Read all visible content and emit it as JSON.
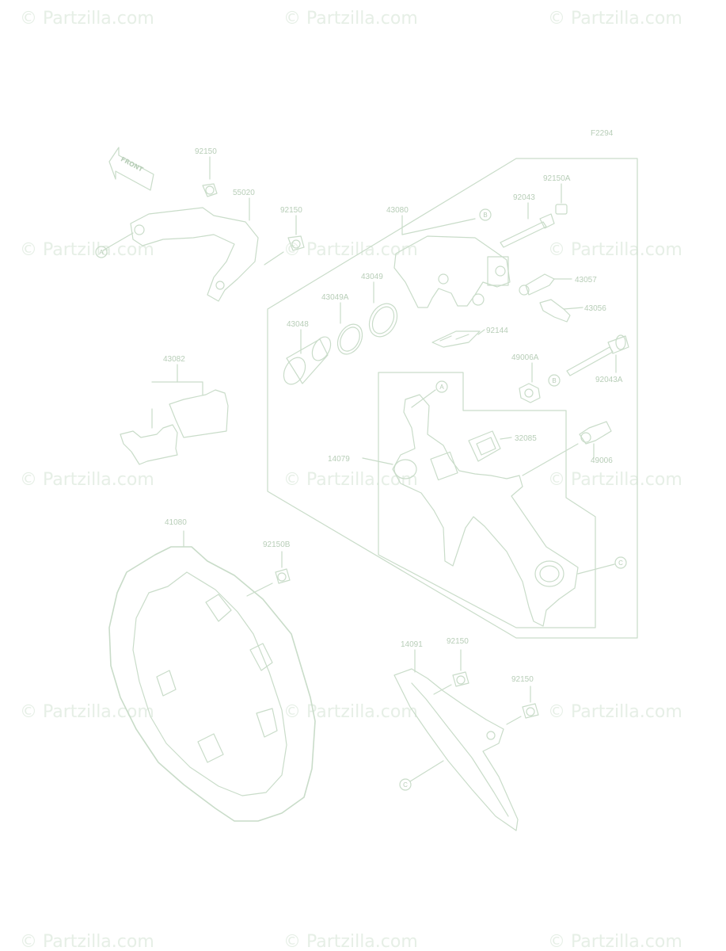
{
  "watermark": {
    "text": "© Partzilla.com",
    "rows": [
      [
        "© Partzilla.com",
        "© Partzilla.com",
        "© Partzilla.com"
      ],
      [
        "© Partzilla.com",
        "© Partzilla.com",
        "© Partzilla.com"
      ],
      [
        "© Partzilla.com",
        "© Partzilla.com",
        "© Partzilla.com"
      ],
      [
        "© Partzilla.com",
        "© Partzilla.com",
        "© Partzilla.com"
      ],
      [
        "© Partzilla.com",
        "© Partzilla.com",
        "© Partzilla.com"
      ]
    ]
  },
  "figure_code": "F2294",
  "front_indicator": "FRONT",
  "callouts": {
    "a1": "A",
    "a2": "A",
    "b1": "B",
    "b2": "B",
    "c1": "C",
    "c2": "C"
  },
  "part_numbers": {
    "p92150_top": "92150",
    "p55020": "55020",
    "p92150_mid": "92150",
    "p43080": "43080",
    "p92150A": "92150A",
    "p92043": "92043",
    "p43049": "43049",
    "p43057": "43057",
    "p43049A": "43049A",
    "p43056": "43056",
    "p43048": "43048",
    "p92144": "92144",
    "p43082": "43082",
    "p49006A": "49006A",
    "p92043A": "92043A",
    "p32085": "32085",
    "p14079": "14079",
    "p49006": "49006",
    "p41080": "41080",
    "p92150B": "92150B",
    "p14091": "14091",
    "p92150_low1": "92150",
    "p92150_low2": "92150"
  },
  "colors": {
    "line": "#c9dcc9",
    "text": "#b8ceb8",
    "watermark": "#e6efe6",
    "background": "#ffffff"
  }
}
